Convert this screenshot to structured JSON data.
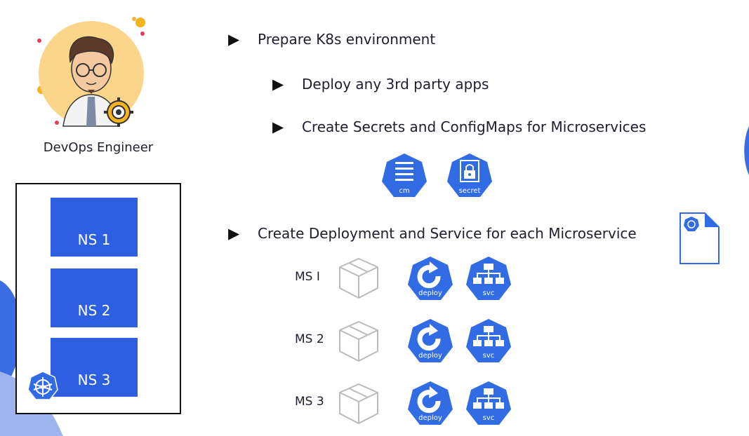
{
  "role": {
    "name": "DevOps Engineer"
  },
  "namespaces": [
    "NS 1",
    "NS 2",
    "NS 3"
  ],
  "steps": {
    "prepare": "Prepare K8s environment",
    "deploy_apps": "Deploy any 3rd party apps",
    "secrets": "Create Secrets and ConfigMaps for Microservices",
    "deployment": "Create Deployment and Service for each Microservice"
  },
  "resource_icons": {
    "configmap": "cm",
    "secret": "secret",
    "deploy": "deploy",
    "service": "svc"
  },
  "microservices": [
    "MS I",
    "MS 2",
    "MS 3"
  ],
  "colors": {
    "k8s_blue": "#326ce5",
    "ns_blue": "#2d5fe0",
    "accent_light": "#9db4ee"
  }
}
